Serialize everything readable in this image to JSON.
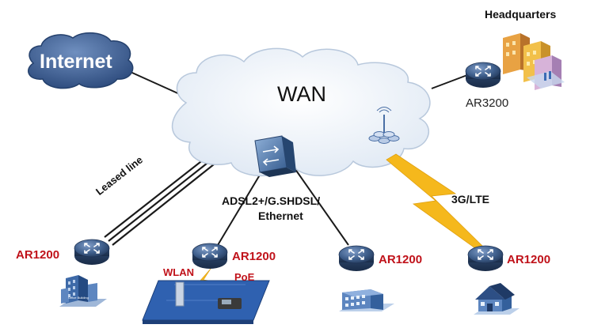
{
  "diagram": {
    "internet_label": "Internet",
    "wan_label": "WAN",
    "headquarters_label": "Headquarters",
    "hq_router_label": "AR3200",
    "leased_line_label": "Leased line",
    "access_label_line1": "ADSL2+/G.SHDSL/",
    "access_label_line2": "Ethernet",
    "wireless_label": "3G/LTE",
    "wlan_label": "WLAN",
    "poe_label": "PoE",
    "branch_router_labels": [
      "AR1200",
      "AR1200",
      "AR1200",
      "AR1200"
    ],
    "office_building_text": "Office Building",
    "colors": {
      "router_label": "#c0121a",
      "cloud_fill": "#e4ecf6",
      "cloud_stroke": "#b8c8dc",
      "internet_cloud": "#3d5f93",
      "router_body": "#3f5f8c",
      "lightning": "#f5b81c",
      "lines": "#1a1a1a"
    },
    "icons": [
      "internet-cloud-icon",
      "wan-cloud-icon",
      "router-icon",
      "switch-icon",
      "base-station-icon",
      "office-building-icon",
      "apartment-icon",
      "house-icon",
      "headquarters-buildings-icon",
      "ip-phone-icon"
    ]
  }
}
